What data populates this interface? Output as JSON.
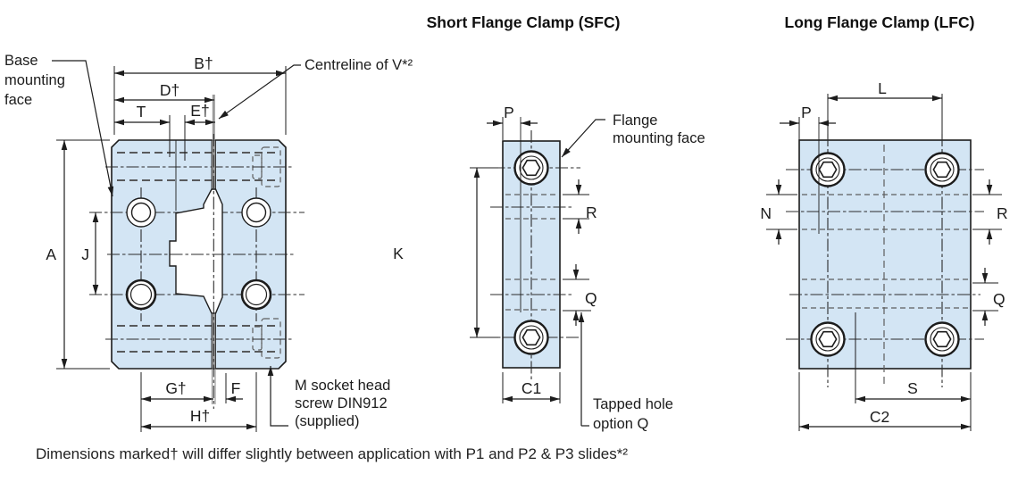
{
  "titles": {
    "sfc": "Short Flange Clamp (SFC)",
    "lfc": "Long Flange Clamp (LFC)"
  },
  "footnote": "Dimensions marked† will differ slightly between application with P1 and P2 & P3 slides*²",
  "base_view": {
    "callouts": {
      "base_mounting_face": {
        "line1": "Base",
        "line2": "mounting",
        "line3": "face"
      },
      "centreline_v": "Centreline of V*²",
      "socket_screw": {
        "line1": "M socket head",
        "line2": "screw DIN912",
        "line3": "(supplied)"
      }
    },
    "dims": {
      "B": "B†",
      "D": "D†",
      "T": "T",
      "E": "E†",
      "A": "A",
      "J": "J",
      "G": "G†",
      "F": "F",
      "H": "H†"
    }
  },
  "sfc_view": {
    "callouts": {
      "flange_mounting_face": {
        "line1": "Flange",
        "line2": "mounting face"
      },
      "tapped_hole": {
        "line1": "Tapped hole",
        "line2": "option Q"
      }
    },
    "dims": {
      "P": "P",
      "K": "K",
      "R": "R",
      "Q": "Q",
      "C1": "C1"
    }
  },
  "lfc_view": {
    "dims": {
      "L": "L",
      "P": "P",
      "N": "N",
      "R": "R",
      "Q": "Q",
      "S": "S",
      "C2": "C2"
    }
  },
  "colors": {
    "body_fill": "#d3e5f4",
    "line": "#1c1c1c"
  }
}
